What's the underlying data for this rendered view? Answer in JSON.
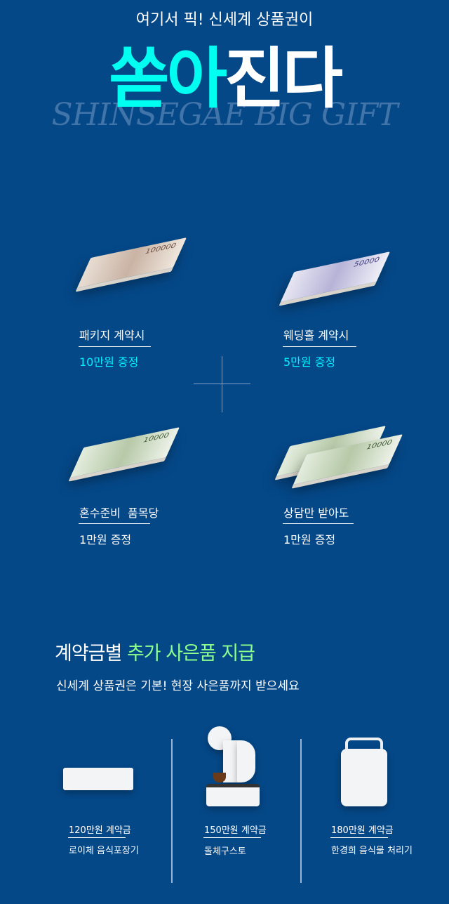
{
  "header": {
    "subtitle": "여기서 픽! 신세계 상품권이",
    "title_accent": "쏟아",
    "title_rest": "진다",
    "watermark": "SHINSEGAE BIG GIFT"
  },
  "offers": [
    {
      "label": "패키지 계약시",
      "value": "10만원 증정",
      "denomination": "100000",
      "highlight": true
    },
    {
      "label": "웨딩홀 계약시",
      "value": "5만원 증정",
      "denomination": "50000",
      "highlight": true
    },
    {
      "label": "혼수준비  품목당",
      "value": "1만원 증정",
      "denomination": "10000",
      "highlight": false
    },
    {
      "label": "상담만 받아도",
      "value": "1만원 증정",
      "denomination": "10000",
      "highlight": false
    }
  ],
  "gifts": {
    "title": "계약금별",
    "title_accent": "추가 사은품 지급",
    "subtitle": "신세계 상품권은 기본! 현장 사은품까지 받으세요",
    "items": [
      {
        "tier": "120만원 계약금",
        "name": "로이체 음식포장기"
      },
      {
        "tier": "150만원 계약금",
        "name": "돌체구스토"
      },
      {
        "tier": "180만원 계약금",
        "name": "한경희 음식물 처리기"
      }
    ]
  },
  "colors": {
    "background": "#054888",
    "accent_cyan": "#00fff0",
    "accent_green": "#8cff8c"
  }
}
